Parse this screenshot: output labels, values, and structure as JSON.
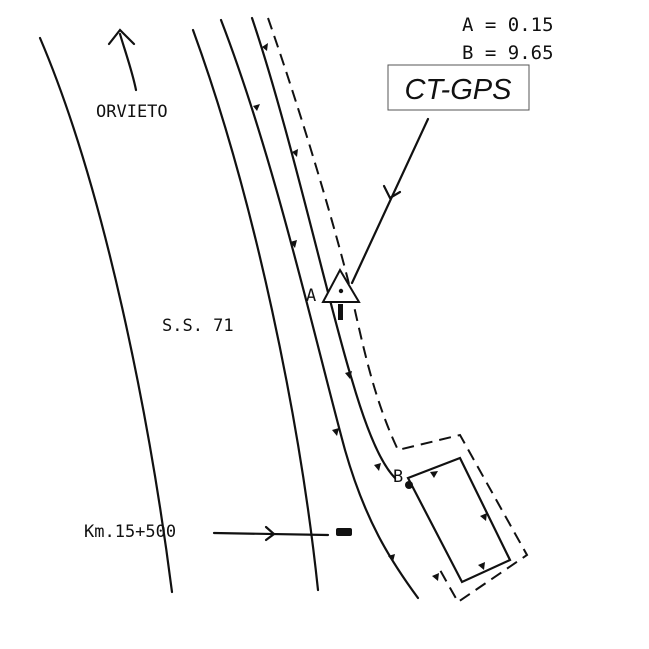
{
  "legend": {
    "a_line": "A = 0.15",
    "b_line": "B = 9.65"
  },
  "station_label": "CT-GPS",
  "labels": {
    "direction": "ORVIETO",
    "road": "S.S. 71",
    "kilometre": "Km.15+500",
    "point_a": "A",
    "point_b": "B"
  },
  "icons": {
    "north_arrow": "arrow-up-icon",
    "station_marker": "triangle-benchmark-icon",
    "pointer_arrow": "arrow-right-icon"
  },
  "colors": {
    "ink": "#111111",
    "paper": "#ffffff"
  }
}
